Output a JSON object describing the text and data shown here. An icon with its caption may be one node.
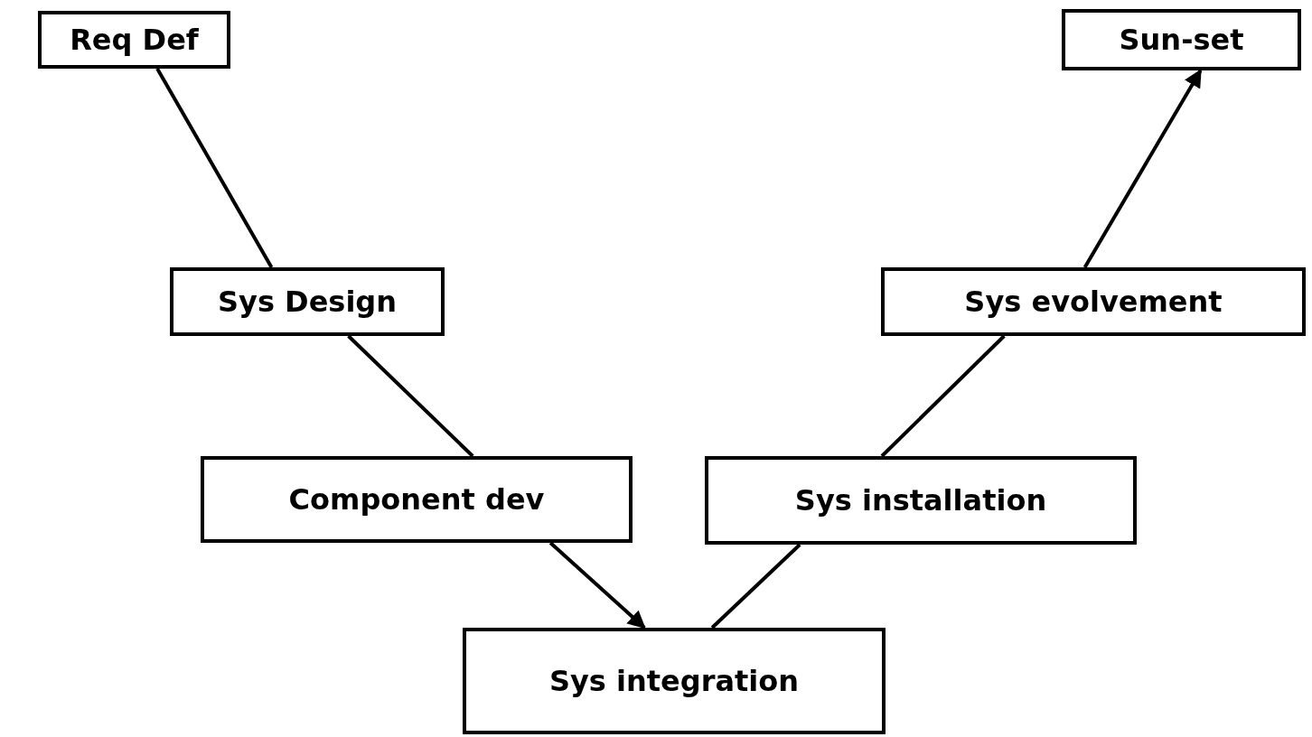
{
  "diagram": {
    "nodes": [
      {
        "text": [
          "Req Def"
        ]
      },
      {
        "text": [
          "Sys Design"
        ]
      },
      {
        "text": [
          "Component dev"
        ]
      },
      {
        "text": [
          "Sys integration"
        ]
      },
      {
        "text": [
          "Sys installation"
        ]
      },
      {
        "text": [
          "Sys evolvement"
        ]
      },
      {
        "text": [
          "Sun-set"
        ]
      }
    ],
    "edges": [
      {
        "from": 0,
        "to": 1,
        "arrow": "none"
      },
      {
        "from": 1,
        "to": 2,
        "arrow": "none"
      },
      {
        "from": 2,
        "to": 3,
        "arrow": "to"
      },
      {
        "from": 3,
        "to": 4,
        "arrow": "none"
      },
      {
        "from": 4,
        "to": 5,
        "arrow": "none"
      },
      {
        "from": 5,
        "to": 6,
        "arrow": "to"
      }
    ]
  }
}
